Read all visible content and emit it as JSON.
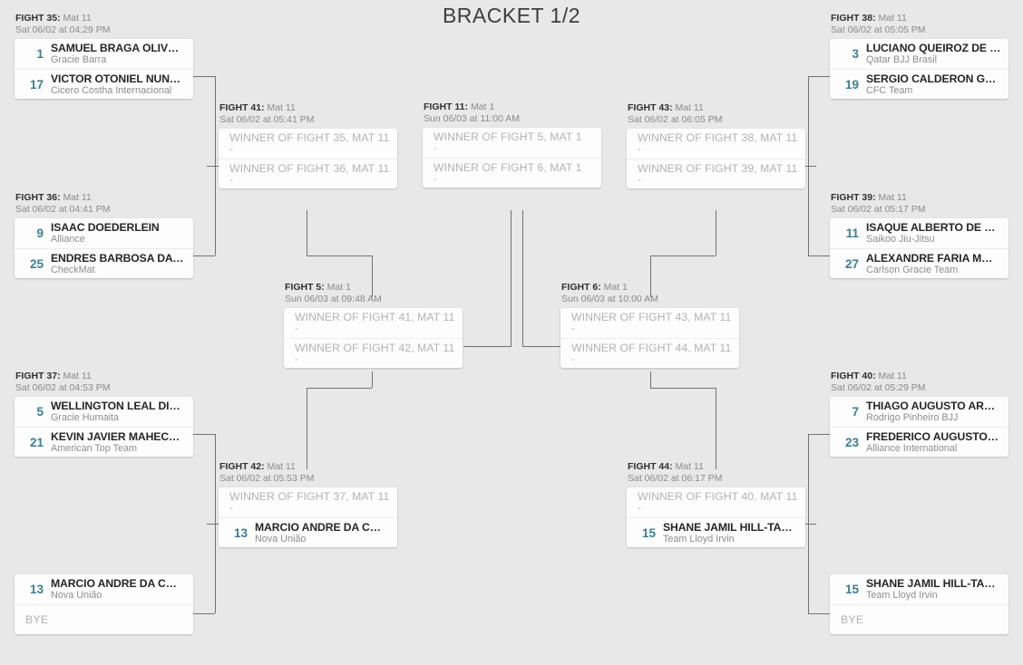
{
  "title": "BRACKET 1/2",
  "labels": {
    "mat_prefix": "Mat",
    "bye": "BYE",
    "empty_score": "-"
  },
  "matches": [
    {
      "id": "fight-35",
      "fight_label": "FIGHT 35:",
      "mat": "Mat 11",
      "datetime": "Sat 06/02 at 04:29 PM",
      "slots": [
        {
          "seed": "1",
          "name": "SAMUEL BRAGA OLIV…",
          "team": "Gracie Barra"
        },
        {
          "seed": "17",
          "name": "VICTOR OTONIEL NUN…",
          "team": "Cicero Costha Internacional"
        }
      ]
    },
    {
      "id": "fight-36",
      "fight_label": "FIGHT 36:",
      "mat": "Mat 11",
      "datetime": "Sat 06/02 at 04:41 PM",
      "slots": [
        {
          "seed": "9",
          "name": "ISAAC DOEDERLEIN",
          "team": "Alliance"
        },
        {
          "seed": "25",
          "name": "ENDRES BARBOSA DA …",
          "team": "CheckMat"
        }
      ]
    },
    {
      "id": "fight-37",
      "fight_label": "FIGHT 37:",
      "mat": "Mat 11",
      "datetime": "Sat 06/02 at 04:53 PM",
      "slots": [
        {
          "seed": "5",
          "name": "WELLINGTON LEAL DI…",
          "team": "Gracie Humaita"
        },
        {
          "seed": "21",
          "name": "KEVIN JAVIER MAHEC…",
          "team": "American Top Team"
        }
      ]
    },
    {
      "id": "bye-left",
      "fight_label": "",
      "mat": "",
      "datetime": "",
      "slots": [
        {
          "seed": "13",
          "name": "MARCIO ANDRE DA C…",
          "team": "Nova União"
        },
        {
          "seed": "",
          "name": "BYE",
          "team": "",
          "kind": "bye"
        }
      ]
    },
    {
      "id": "fight-41",
      "fight_label": "FIGHT 41:",
      "mat": "Mat 11",
      "datetime": "Sat 06/02 at 05:41 PM",
      "slots": [
        {
          "seed": "",
          "name": "WINNER OF FIGHT 35, MAT 11",
          "team": "-",
          "kind": "pending"
        },
        {
          "seed": "",
          "name": "WINNER OF FIGHT 36, MAT 11",
          "team": "-",
          "kind": "pending"
        }
      ]
    },
    {
      "id": "fight-42",
      "fight_label": "FIGHT 42:",
      "mat": "Mat 11",
      "datetime": "Sat 06/02 at 05:53 PM",
      "slots": [
        {
          "seed": "",
          "name": "WINNER OF FIGHT 37, MAT 11",
          "team": "-",
          "kind": "pending"
        },
        {
          "seed": "13",
          "name": "MARCIO ANDRE DA C…",
          "team": "Nova União"
        }
      ]
    },
    {
      "id": "fight-5",
      "fight_label": "FIGHT 5:",
      "mat": "Mat 1",
      "datetime": "Sun 06/03 at 09:48 AM",
      "slots": [
        {
          "seed": "",
          "name": "WINNER OF FIGHT 41, MAT 11",
          "team": "-",
          "kind": "pending"
        },
        {
          "seed": "",
          "name": "WINNER OF FIGHT 42, MAT 11",
          "team": "-",
          "kind": "pending"
        }
      ]
    },
    {
      "id": "fight-11",
      "fight_label": "FIGHT 11:",
      "mat": "Mat 1",
      "datetime": "Sun 06/03 at 11:00 AM",
      "slots": [
        {
          "seed": "",
          "name": "WINNER OF FIGHT 5, MAT 1",
          "team": "-",
          "kind": "pending"
        },
        {
          "seed": "",
          "name": "WINNER OF FIGHT 6, MAT 1",
          "team": "-",
          "kind": "pending"
        }
      ]
    },
    {
      "id": "fight-6",
      "fight_label": "FIGHT 6:",
      "mat": "Mat 1",
      "datetime": "Sun 06/03 at 10:00 AM",
      "slots": [
        {
          "seed": "",
          "name": "WINNER OF FIGHT 43, MAT 11",
          "team": "-",
          "kind": "pending"
        },
        {
          "seed": "",
          "name": "WINNER OF FIGHT 44, MAT 11",
          "team": "-",
          "kind": "pending"
        }
      ]
    },
    {
      "id": "fight-43",
      "fight_label": "FIGHT 43:",
      "mat": "Mat 11",
      "datetime": "Sat 06/02 at 06:05 PM",
      "slots": [
        {
          "seed": "",
          "name": "WINNER OF FIGHT 38, MAT 11",
          "team": "-",
          "kind": "pending"
        },
        {
          "seed": "",
          "name": "WINNER OF FIGHT 39, MAT 11",
          "team": "-",
          "kind": "pending"
        }
      ]
    },
    {
      "id": "fight-44",
      "fight_label": "FIGHT 44:",
      "mat": "Mat 11",
      "datetime": "Sat 06/02 at 06:17 PM",
      "slots": [
        {
          "seed": "",
          "name": "WINNER OF FIGHT 40, MAT 11",
          "team": "-",
          "kind": "pending"
        },
        {
          "seed": "15",
          "name": "SHANE JAMIL HILL-TA…",
          "team": "Team Lloyd Irvin"
        }
      ]
    },
    {
      "id": "fight-38",
      "fight_label": "FIGHT 38:",
      "mat": "Mat 11",
      "datetime": "Sat 06/02 at 05:05 PM",
      "slots": [
        {
          "seed": "3",
          "name": "LUCIANO QUEIROZ DE …",
          "team": "Qatar BJJ Brasil"
        },
        {
          "seed": "19",
          "name": "SERGIO CALDERON G…",
          "team": "CFC Team"
        }
      ]
    },
    {
      "id": "fight-39",
      "fight_label": "FIGHT 39:",
      "mat": "Mat 11",
      "datetime": "Sat 06/02 at 05:17 PM",
      "slots": [
        {
          "seed": "11",
          "name": "ISAQUE ALBERTO DE …",
          "team": "Saikoo Jiu-Jitsu"
        },
        {
          "seed": "27",
          "name": "ALEXANDRE FARIA M…",
          "team": "Carlson Gracie Team"
        }
      ]
    },
    {
      "id": "fight-40",
      "fight_label": "FIGHT 40:",
      "mat": "Mat 11",
      "datetime": "Sat 06/02 at 05:29 PM",
      "slots": [
        {
          "seed": "7",
          "name": "THIAGO AUGUSTO AR…",
          "team": "Rodrigo Pinheiro BJJ"
        },
        {
          "seed": "23",
          "name": "FREDERICO AUGUSTO …",
          "team": "Alliance International"
        }
      ]
    },
    {
      "id": "bye-right",
      "fight_label": "",
      "mat": "",
      "datetime": "",
      "slots": [
        {
          "seed": "15",
          "name": "SHANE JAMIL HILL-TA…",
          "team": "Team Lloyd Irvin"
        },
        {
          "seed": "",
          "name": "BYE",
          "team": "",
          "kind": "bye"
        }
      ]
    }
  ]
}
